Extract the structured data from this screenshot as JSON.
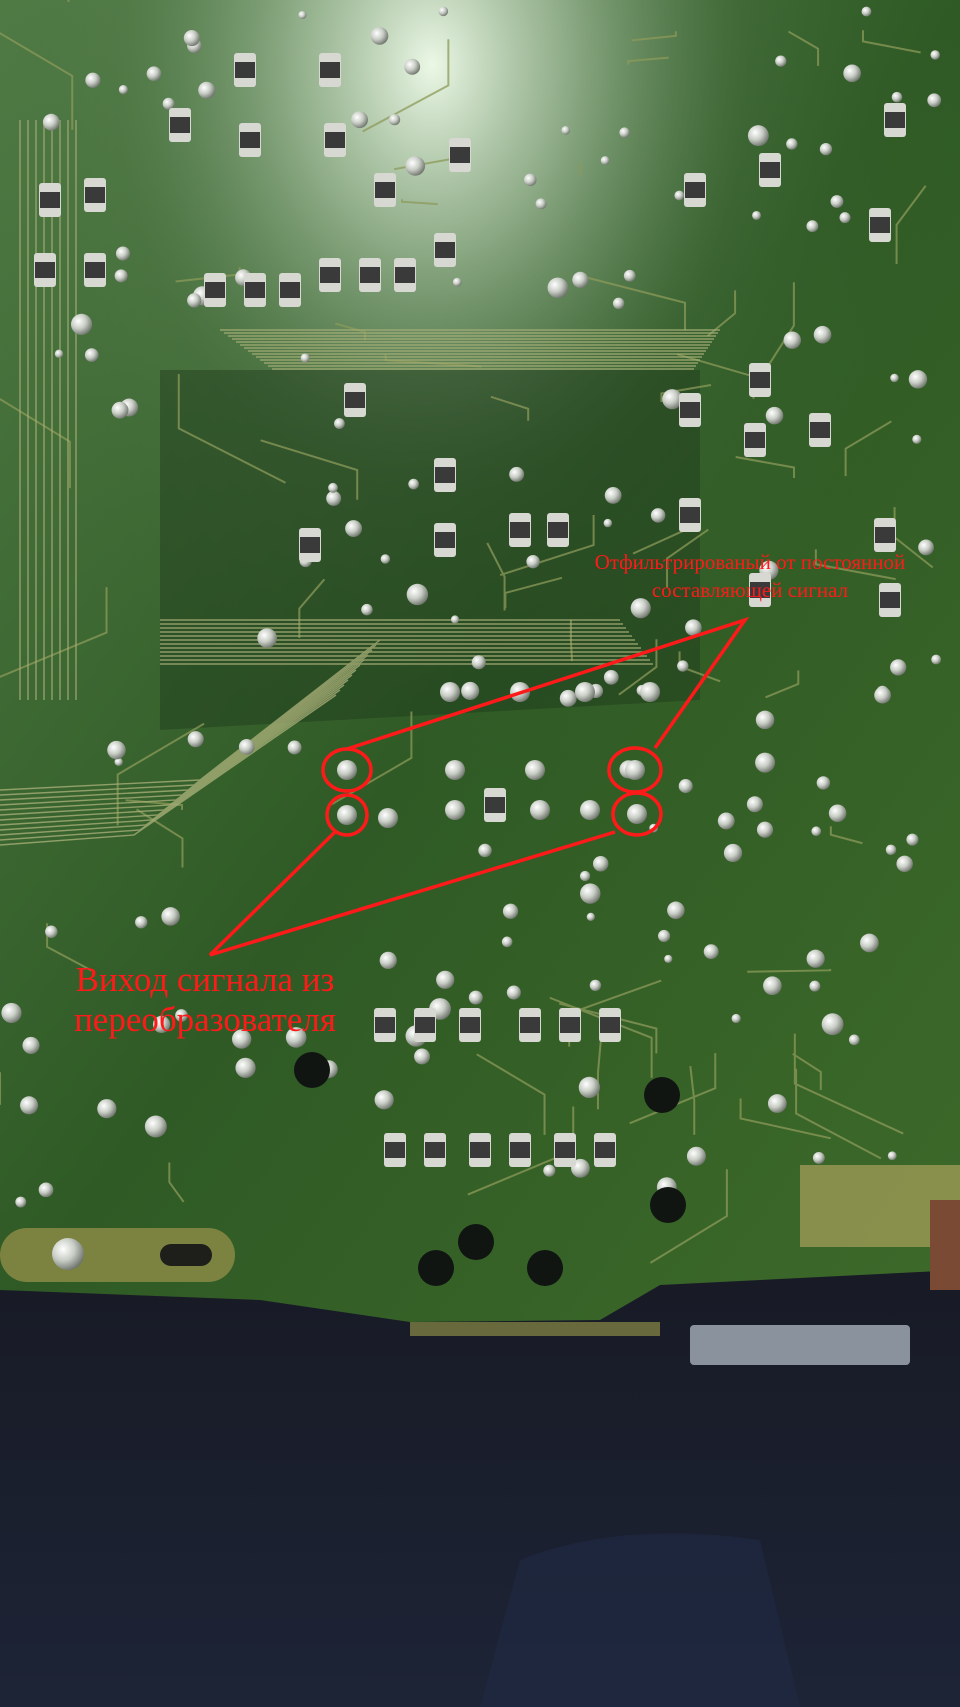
{
  "photo": {
    "subject": "PCB",
    "board_color": "#3f6b2c",
    "background_color": "#0e0d10"
  },
  "annotations": {
    "color": "#ff1a1a",
    "filtered_signal_label": "Отфильтрированый от постоянной составляющей сигнал",
    "converter_output_label": "Виход сигнала из переобразователя"
  }
}
